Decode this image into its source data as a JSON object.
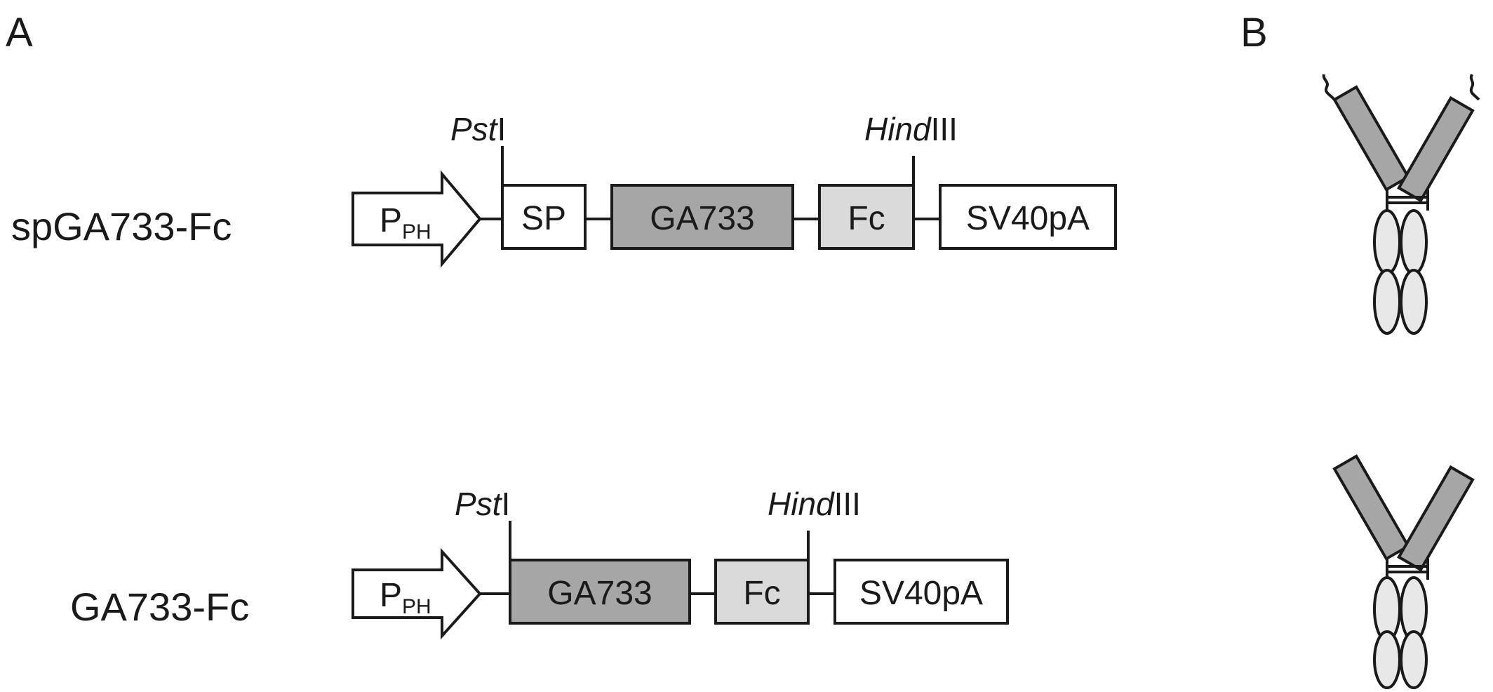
{
  "panels": {
    "a_label": "A",
    "b_label": "B"
  },
  "constructs": [
    {
      "name": "spGA733-Fc",
      "promoter": {
        "main": "P",
        "sub": "PH"
      },
      "elements": [
        "SP",
        "GA733",
        "Fc",
        "SV40pA"
      ],
      "sites": [
        {
          "italic": "Pst",
          "plain": "I"
        },
        {
          "italic": "Hind",
          "plain": "III"
        }
      ],
      "protein_has_signal_peptide": true
    },
    {
      "name": "GA733-Fc",
      "promoter": {
        "main": "P",
        "sub": "PH"
      },
      "elements": [
        "GA733",
        "Fc",
        "SV40pA"
      ],
      "sites": [
        {
          "italic": "Pst",
          "plain": "I"
        },
        {
          "italic": "Hind",
          "plain": "III"
        }
      ],
      "protein_has_signal_peptide": false
    }
  ],
  "colors": {
    "outline": "#1a1a1a",
    "white_box": "#ffffff",
    "ga733_fill": "#a6a6a6",
    "fc_fill": "#dadada",
    "domain_fill": "#e8e8e8",
    "arm_fill": "#a6a6a6"
  }
}
